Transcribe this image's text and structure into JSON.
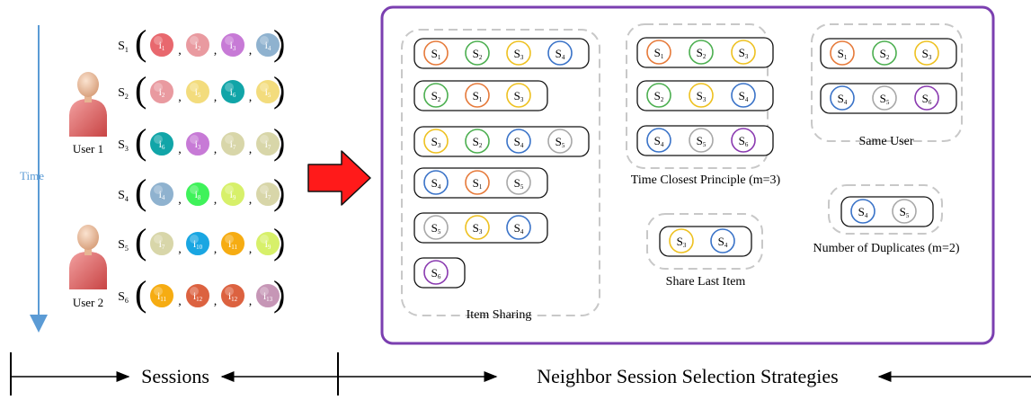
{
  "time_label": "Time",
  "users": [
    {
      "label": "User 1"
    },
    {
      "label": "User 2"
    }
  ],
  "sessions": [
    {
      "label": "S",
      "sub": "1",
      "items": [
        {
          "name": "i",
          "sub": "1",
          "color": "#e8686e"
        },
        {
          "name": "i",
          "sub": "2",
          "color": "#e99aa0"
        },
        {
          "name": "i",
          "sub": "3",
          "color": "#c77ad6"
        },
        {
          "name": "i",
          "sub": "4",
          "color": "#8fb2cf"
        }
      ]
    },
    {
      "label": "S",
      "sub": "2",
      "items": [
        {
          "name": "i",
          "sub": "2",
          "color": "#e99aa0"
        },
        {
          "name": "i",
          "sub": "5",
          "color": "#f3dc7d"
        },
        {
          "name": "i",
          "sub": "6",
          "color": "#11a5a8"
        },
        {
          "name": "i",
          "sub": "5",
          "color": "#f3dc7d"
        }
      ]
    },
    {
      "label": "S",
      "sub": "3",
      "items": [
        {
          "name": "i",
          "sub": "6",
          "color": "#11a5a8"
        },
        {
          "name": "i",
          "sub": "3",
          "color": "#c77ad6"
        },
        {
          "name": "i",
          "sub": "7",
          "color": "#d8d6a9"
        },
        {
          "name": "i",
          "sub": "7",
          "color": "#d8d6a9"
        }
      ]
    },
    {
      "label": "S",
      "sub": "4",
      "items": [
        {
          "name": "i",
          "sub": "4",
          "color": "#8fb2cf"
        },
        {
          "name": "i",
          "sub": "8",
          "color": "#3ff25a"
        },
        {
          "name": "i",
          "sub": "9",
          "color": "#d7f06a"
        },
        {
          "name": "i",
          "sub": "7",
          "color": "#d8d6a9"
        }
      ]
    },
    {
      "label": "S",
      "sub": "5",
      "items": [
        {
          "name": "i",
          "sub": "7",
          "color": "#d8d6a9"
        },
        {
          "name": "i",
          "sub": "10",
          "color": "#19a6e2"
        },
        {
          "name": "i",
          "sub": "11",
          "color": "#f6ac12"
        },
        {
          "name": "i",
          "sub": "9",
          "color": "#d7f06a"
        }
      ]
    },
    {
      "label": "S",
      "sub": "6",
      "items": [
        {
          "name": "i",
          "sub": "11",
          "color": "#f6ac12"
        },
        {
          "name": "i",
          "sub": "12",
          "color": "#dc6240"
        },
        {
          "name": "i",
          "sub": "12",
          "color": "#dc6240"
        },
        {
          "name": "i",
          "sub": "13",
          "color": "#c696b6"
        }
      ]
    }
  ],
  "session_colors": {
    "1": "#e67a3a",
    "2": "#4caf50",
    "3": "#eec120",
    "4": "#3a73c8",
    "5": "#a8a8a8",
    "6": "#8a3ab0"
  },
  "strategies": {
    "item_sharing": {
      "title": "Item Sharing",
      "rows": [
        [
          "1",
          "2",
          "3",
          "4"
        ],
        [
          "2",
          "1",
          "3"
        ],
        [
          "3",
          "2",
          "4",
          "5"
        ],
        [
          "4",
          "1",
          "5"
        ],
        [
          "5",
          "3",
          "4"
        ],
        [
          "6"
        ]
      ]
    },
    "time_closest": {
      "title": "Time Closest Principle (m=3)",
      "rows": [
        [
          "1",
          "2",
          "3"
        ],
        [
          "2",
          "3",
          "4"
        ],
        [
          "4",
          "5",
          "6"
        ]
      ]
    },
    "same_user": {
      "title": "Same User",
      "rows": [
        [
          "1",
          "2",
          "3"
        ],
        [
          "4",
          "5",
          "6"
        ]
      ]
    },
    "share_last": {
      "title": "Share Last Item",
      "rows": [
        [
          "3",
          "4"
        ]
      ]
    },
    "duplicates": {
      "title": "Number of Duplicates (m=2)",
      "rows": [
        [
          "4",
          "5"
        ]
      ]
    }
  },
  "bottom": {
    "sessions_label": "Sessions",
    "strategies_label": "Neighbor Session Selection Strategies"
  },
  "colors": {
    "purple_frame": "#7b3fb0",
    "time_axis": "#5b9bd5",
    "arrow_fill": "#ff1a1a"
  }
}
